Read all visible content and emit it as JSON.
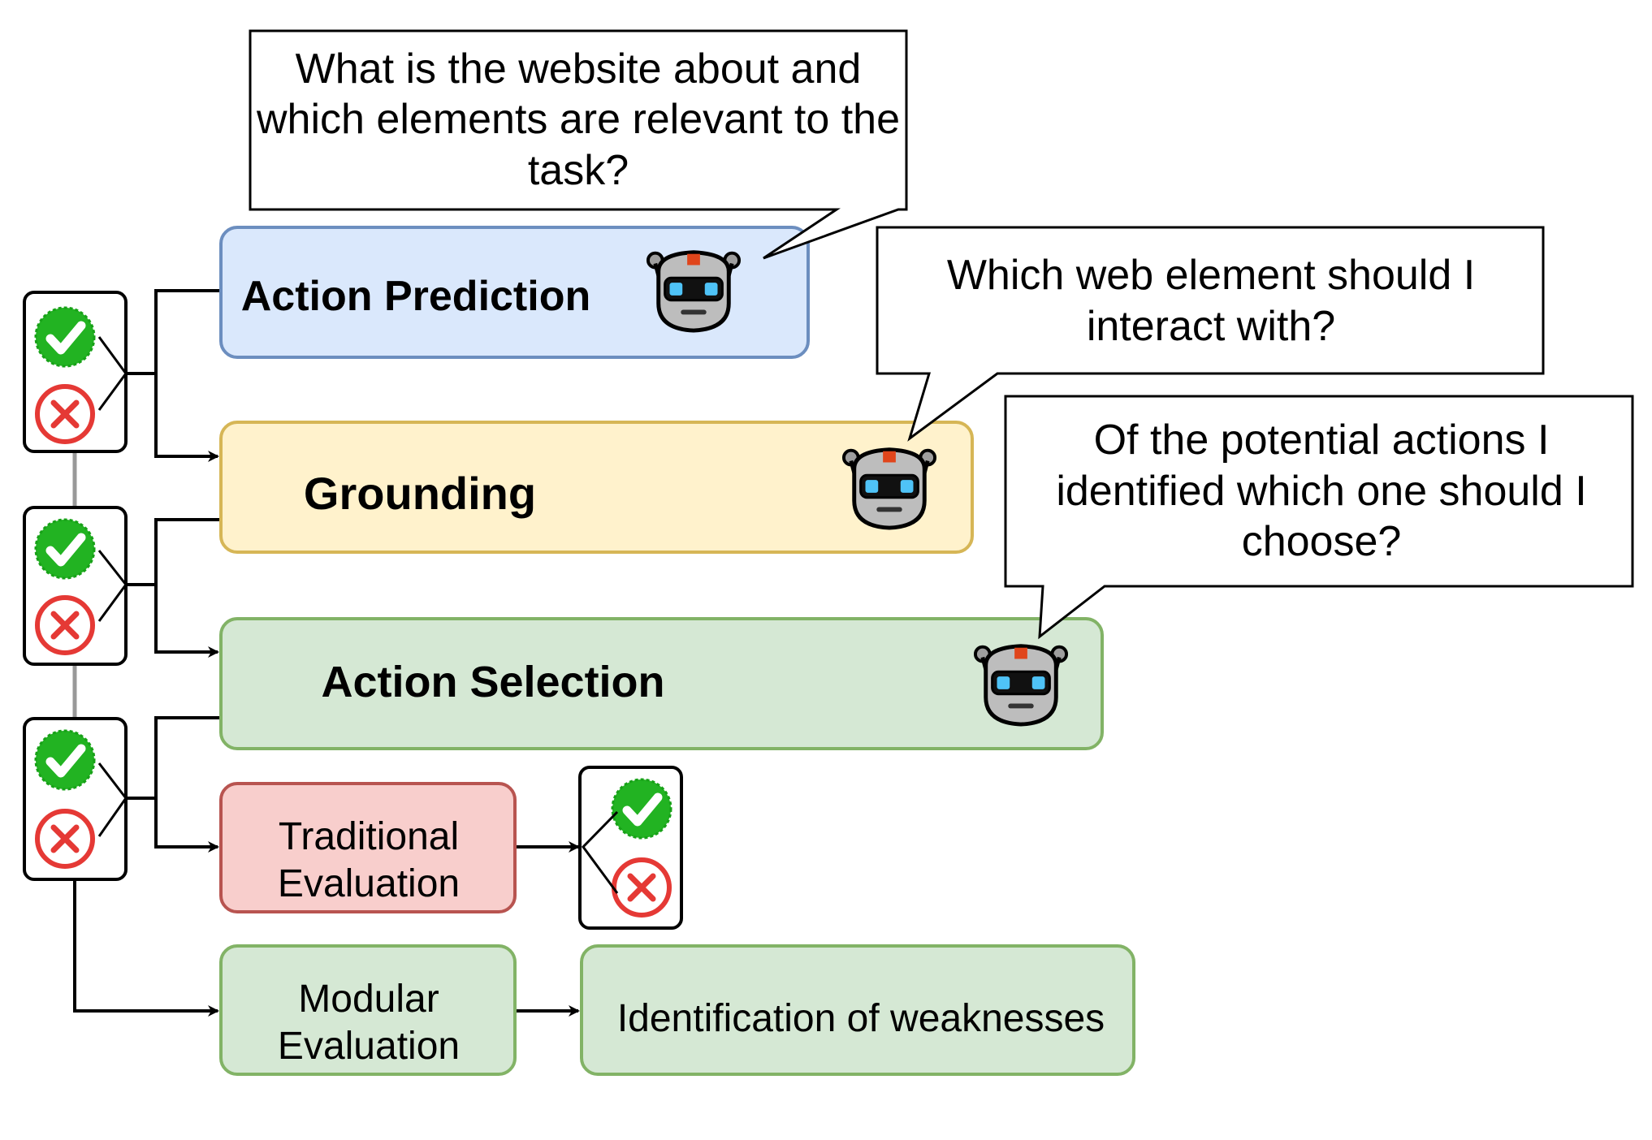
{
  "boxes": {
    "action_prediction": "Action Prediction",
    "grounding": "Grounding",
    "action_selection": "Action Selection",
    "traditional_evaluation": "Traditional Evaluation",
    "modular_evaluation": "Modular Evaluation",
    "identification_of_weaknesses": "Identification of weaknesses"
  },
  "bubbles": {
    "q1": "What is the website about and which elements are relevant to the task?",
    "q2": "Which web element should I interact with?",
    "q3": "Of the potential actions I identified which one should I choose?"
  },
  "colors": {
    "blue_fill": "#dae8fc",
    "blue_stroke": "#6c8ebf",
    "yellow_fill": "#fff2cc",
    "yellow_stroke": "#d6b656",
    "green_fill": "#d5e8d4",
    "green_stroke": "#82b366",
    "red_fill": "#f8cecc",
    "red_stroke": "#b85450",
    "check_green": "#22b322",
    "cross_red": "#e53935"
  },
  "icons": [
    "robot-icon",
    "check-icon",
    "cross-icon"
  ]
}
